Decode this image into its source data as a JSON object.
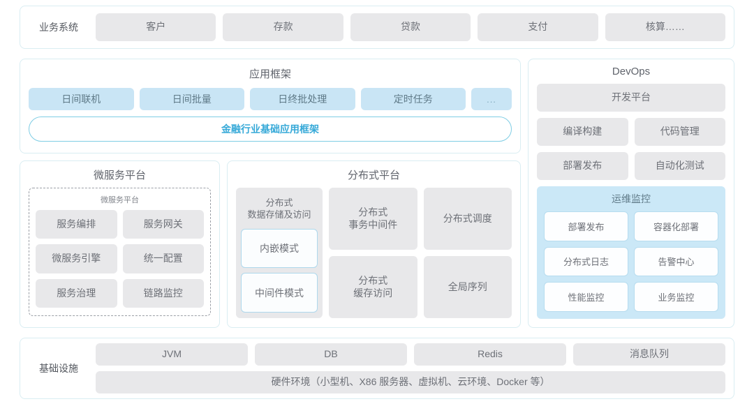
{
  "business_row": {
    "label": "业务系统",
    "items": [
      "客户",
      "存款",
      "贷款",
      "支付",
      "核算……"
    ]
  },
  "app_framework": {
    "title": "应用框架",
    "tags": [
      "日间联机",
      "日间批量",
      "日终批处理",
      "定时任务",
      "..."
    ],
    "highlight": "金融行业基础应用框架",
    "highlight_color": "#36a9d8"
  },
  "microservice_platform": {
    "title": "微服务平台",
    "inner_title": "微服务平台",
    "items": [
      "服务编排",
      "服务网关",
      "微服务引擎",
      "统一配置",
      "服务治理",
      "链路监控"
    ]
  },
  "distributed_platform": {
    "title": "分布式平台",
    "storage_card": {
      "title": "分布式\n数据存储及访问",
      "title_line1": "分布式",
      "title_line2": "数据存储及访问",
      "modes": [
        "内嵌模式",
        "中间件模式"
      ]
    },
    "column_b": [
      {
        "line1": "分布式",
        "line2": "事务中间件"
      },
      {
        "line1": "分布式",
        "line2": "缓存访问"
      }
    ],
    "column_c": [
      {
        "line1": "分布式调度",
        "line2": ""
      },
      {
        "line1": "全局序列",
        "line2": ""
      }
    ]
  },
  "devops": {
    "title": "DevOps",
    "platform": "开发平台",
    "items": [
      "编译构建",
      "代码管理",
      "部署发布",
      "自动化测试"
    ],
    "ops_monitor": {
      "title": "运维监控",
      "panel_color": "#cbe8f7",
      "items": [
        "部署发布",
        "容器化部署",
        "分布式日志",
        "告警中心",
        "性能监控",
        "业务监控"
      ]
    }
  },
  "infrastructure": {
    "label": "基础设施",
    "items": [
      "JVM",
      "DB",
      "Redis",
      "消息队列"
    ],
    "hardware": "硬件环境（小型机、X86 服务器、虚拟机、云环境、Docker 等）"
  },
  "theme": {
    "panel_border": "#d9edf2",
    "gray_card": "#e8e8ea",
    "blue_tag": "#c9e5f5",
    "accent": "#36a9d8"
  }
}
